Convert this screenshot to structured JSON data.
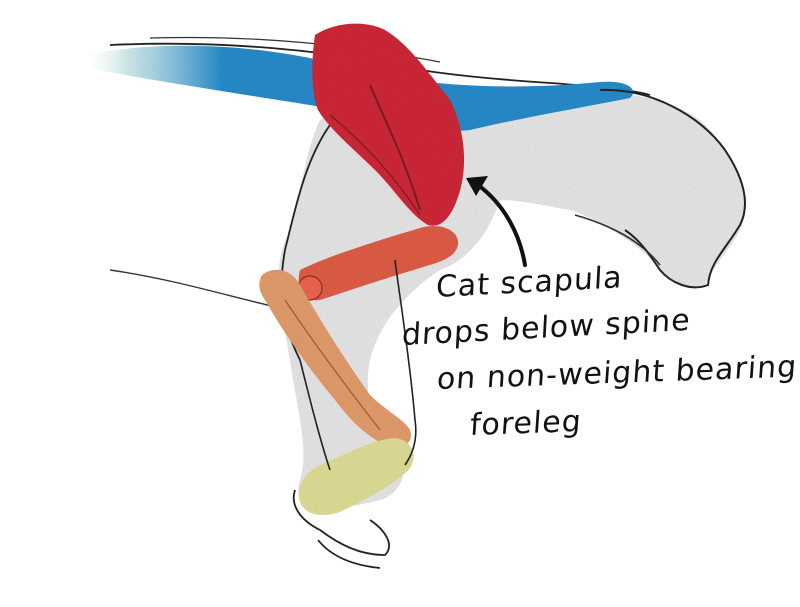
{
  "annotation": {
    "lines": [
      "Cat scapula",
      "drops below spine",
      "on non-weight bearing",
      "foreleg"
    ]
  },
  "bones": {
    "spine": {
      "color": "#2a8fd0"
    },
    "scapula": {
      "color": "#d32a3a"
    },
    "humerus": {
      "color": "#e4604a"
    },
    "radius_ulna": {
      "color": "#e8a070"
    },
    "paw": {
      "color": "#e4e39a"
    }
  }
}
